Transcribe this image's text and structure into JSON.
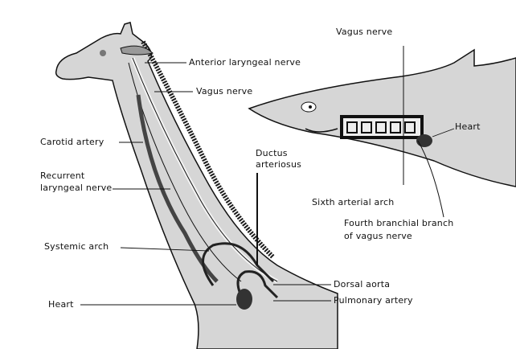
{
  "giraffe": {
    "labels": {
      "anterior_laryngeal_nerve": "Anterior laryngeal nerve",
      "vagus_nerve": "Vagus nerve",
      "carotid_artery": "Carotid artery",
      "recurrent_laryngeal_nerve_line1": "Recurrent",
      "recurrent_laryngeal_nerve_line2": "laryngeal nerve",
      "ductus_arteriosus_line1": "Ductus",
      "ductus_arteriosus_line2": "arteriosus",
      "systemic_arch": "Systemic arch",
      "dorsal_aorta": "Dorsal aorta",
      "heart": "Heart",
      "pulmonary_artery": "Pulmonary artery"
    }
  },
  "shark": {
    "labels": {
      "vagus_nerve": "Vagus nerve",
      "heart": "Heart",
      "sixth_arterial_arch": "Sixth arterial arch",
      "fourth_branchial_line1": "Fourth branchial branch",
      "fourth_branchial_line2": "of vagus nerve"
    }
  },
  "colors": {
    "body_fill": "#d6d6d6",
    "ink": "#111111",
    "mane": "#1a1a1a",
    "heart": "#333333"
  }
}
